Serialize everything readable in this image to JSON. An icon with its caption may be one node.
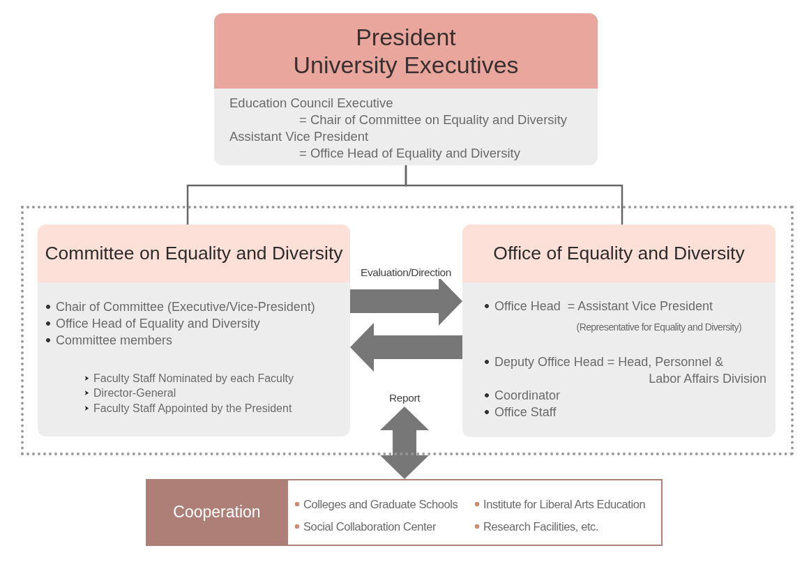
{
  "diagram": {
    "nodes": [
      {
        "text": [
          "President University Executives",
          "Education Council Executive = Chair of Committee on Equality and Diversity",
          "Assistant Vice President = Office Head of Equality and Diversity"
        ]
      },
      {
        "text": [],
        "shape": "box"
      },
      {
        "text": [
          "Committee on Equality and Diversity",
          "Chair of Committee (Executive/Vice-President)",
          "Office Head of Equality and Diversity",
          "Committee members",
          "Faculty Staff Nominated by each Faculty",
          "Director-General",
          "Faculty Staff Appointed by the President"
        ],
        "in": 1
      },
      {
        "text": [
          "Office of Equality and Diversity",
          "Office Head  = Assistant Vice President",
          "(Representative for Equality and Diversity)",
          "Deputy Office Head = Head, Personnel & Labor Affairs Division",
          "Coordinator",
          "Office Staff"
        ],
        "in": 1
      },
      {
        "text": [
          "Cooperation",
          "Colleges and Graduate Schools",
          "Institute for Liberal Arts Education",
          "Social Collaboration Center",
          "Research Facilities, etc."
        ]
      }
    ],
    "edges": [
      {
        "from": 0,
        "to": 2,
        "arrow": "none"
      },
      {
        "from": 0,
        "to": 3,
        "arrow": "none"
      },
      {
        "from": 2,
        "to": 3,
        "arrow": "to",
        "label": "Evaluation/Direction"
      },
      {
        "from": 3,
        "to": 2,
        "arrow": "to"
      },
      {
        "from": 1,
        "to": 4,
        "arrow": "both",
        "label": "Report"
      }
    ]
  }
}
